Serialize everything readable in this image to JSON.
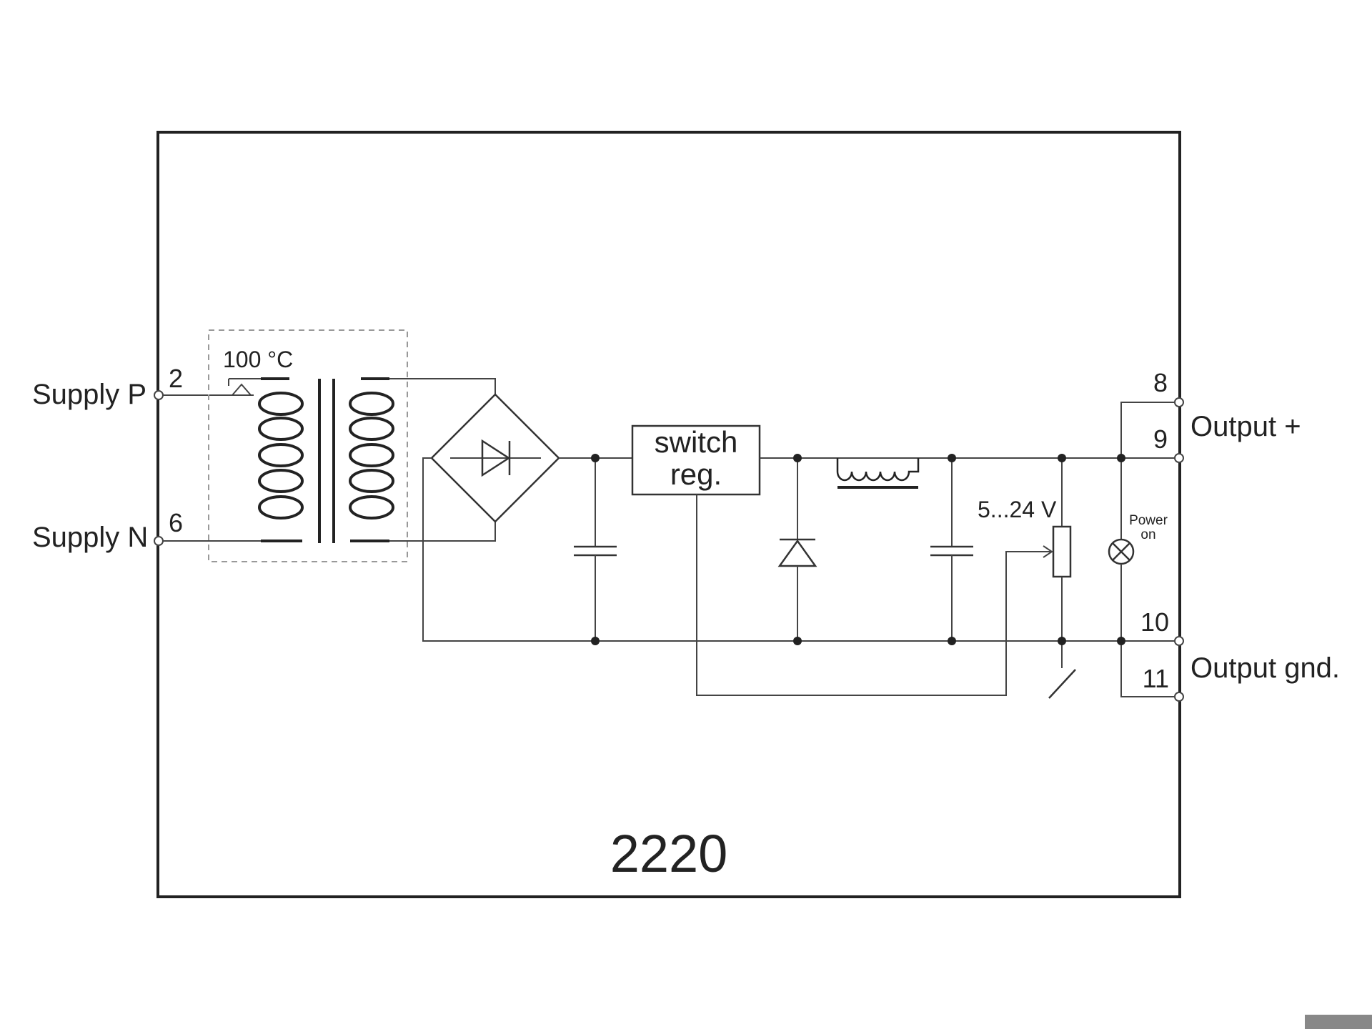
{
  "labels": {
    "supply_p": "Supply P",
    "supply_n": "Supply N",
    "output_plus": "Output +",
    "output_gnd": "Output gnd.",
    "pin_2": "2",
    "pin_6": "6",
    "pin_8": "8",
    "pin_9": "9",
    "pin_10": "10",
    "pin_11": "11",
    "thermal_fuse": "100 °C",
    "switch_reg_line1": "switch",
    "switch_reg_line2": "reg.",
    "voltage_range": "5...24 V",
    "power_on_line1": "Power",
    "power_on_line2": "on",
    "model": "2220"
  },
  "colors": {
    "line": "#444444",
    "frame": "#222222",
    "dashed_box": "#999999"
  }
}
